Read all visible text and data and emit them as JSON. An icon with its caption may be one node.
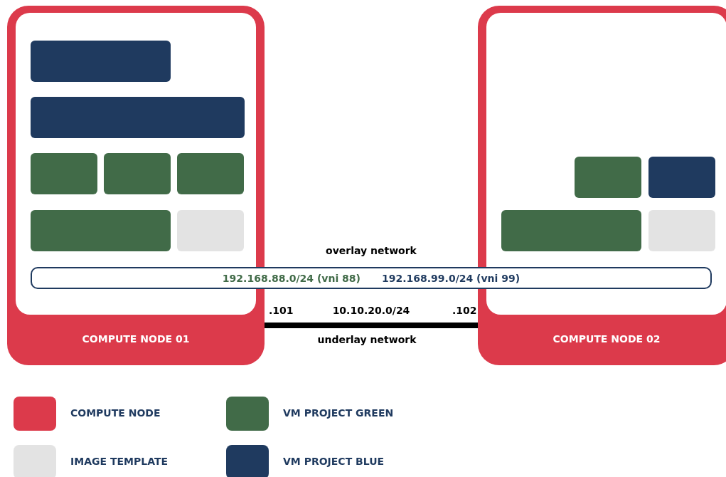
{
  "diagram": {
    "nodes": [
      {
        "text": [
          "COMPUTE NODE 01"
        ]
      },
      {
        "text": [],
        "shape": "box",
        "in": 0
      },
      {
        "text": [],
        "shape": "box",
        "in": 0
      },
      {
        "text": [],
        "shape": "box",
        "in": 0
      },
      {
        "text": [],
        "shape": "box",
        "in": 0
      },
      {
        "text": [],
        "shape": "box",
        "in": 0
      },
      {
        "text": [],
        "shape": "box",
        "in": 0
      },
      {
        "text": [],
        "shape": "box",
        "in": 0
      },
      {
        "text": [
          "COMPUTE NODE 02"
        ]
      },
      {
        "text": [],
        "shape": "box",
        "in": 8
      },
      {
        "text": [],
        "shape": "box",
        "in": 8
      },
      {
        "text": [],
        "shape": "box",
        "in": 8
      },
      {
        "text": [],
        "shape": "box",
        "in": 8
      },
      {
        "text": [
          "overlay network",
          "192.168.88.0/24 (vni 88)",
          "192.168.99.0/24 (vni 99)"
        ]
      }
    ],
    "edges": [
      {
        "from": 0,
        "to": 8,
        "arrow": "none",
        "label": "10.10.20.0/24"
      }
    ],
    "labels": [
      ".101",
      ".102",
      "underlay network"
    ],
    "legend": [
      {
        "text": "COMPUTE NODE",
        "color": "#dc3a4b"
      },
      {
        "text": "VM PROJECT GREEN",
        "color": "#416b48"
      },
      {
        "text": "IMAGE TEMPLATE",
        "color": "#e3e3e3"
      },
      {
        "text": "VM PROJECT BLUE",
        "color": "#1f3a5f"
      }
    ]
  }
}
